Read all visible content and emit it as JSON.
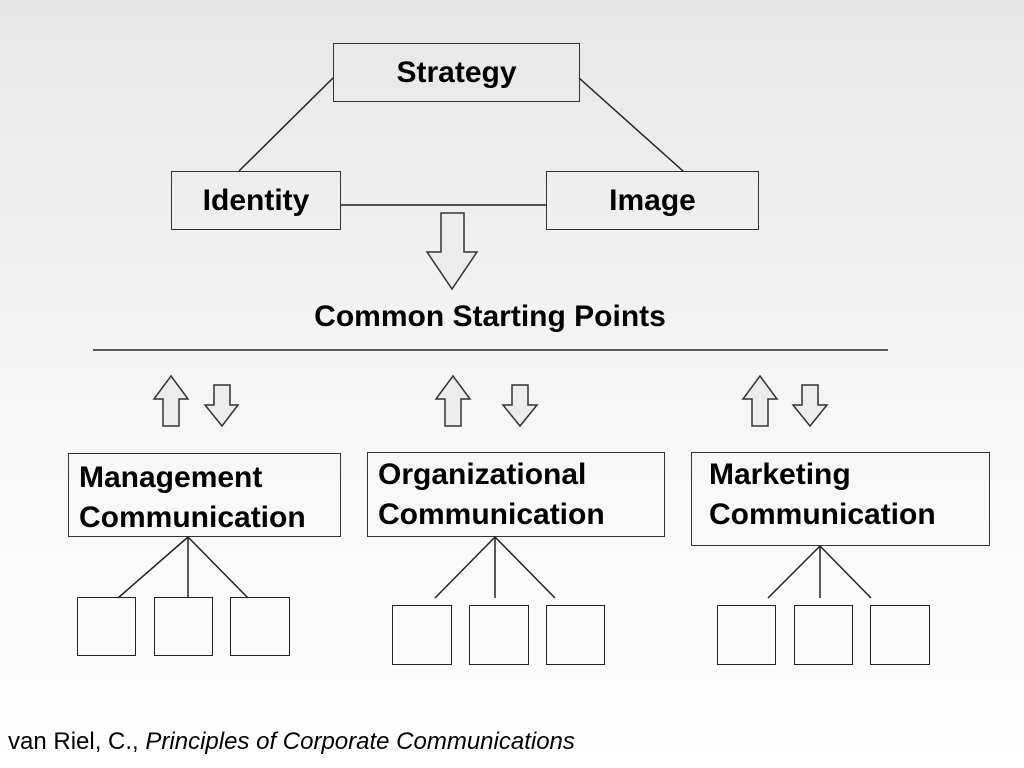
{
  "diagram": {
    "top_nodes": {
      "strategy": "Strategy",
      "identity": "Identity",
      "image": "Image"
    },
    "common_heading": "Common Starting Points",
    "groups": [
      {
        "line1": "Management",
        "line2": "Communication"
      },
      {
        "line1": "Organizational",
        "line2": "Communication"
      },
      {
        "line1": "Marketing",
        "line2": "Communication"
      }
    ],
    "icons": [
      "arrow-down-icon",
      "arrow-up-icon"
    ],
    "citation": {
      "author": "van Riel, C., ",
      "title": "Principles of Corporate Communications"
    }
  }
}
